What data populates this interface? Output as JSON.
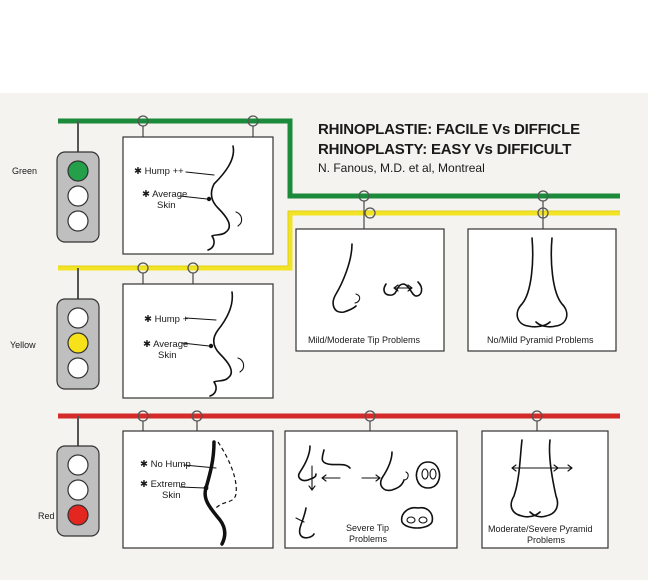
{
  "title_fr": "RHINOPLASTIE: FACILE Vs DIFFICLE",
  "title_en": "RHINOPLASTY: EASY Vs DIFFICULT",
  "author": "N. Fanous, M.D. et al,  Montreal",
  "colors": {
    "green": "#1b8a3a",
    "yellow": "#f2e424",
    "red": "#d42a2a",
    "light_green": "#24a04a",
    "light_yellow": "#f7e21a",
    "light_red": "#e3261f",
    "light_off": "#ffffff"
  },
  "rows": [
    {
      "light_label": "Green",
      "hump": "✱ Hump ++",
      "skin1": "✱ Average",
      "skin2": "Skin"
    },
    {
      "light_label": "Yellow",
      "hump": "✱ Hump +",
      "skin1": "✱ Average",
      "skin2": "Skin"
    },
    {
      "light_label": "Red",
      "hump": "✱ No Hump",
      "skin1": "✱ Extreme",
      "skin2": "Skin"
    }
  ],
  "captions": {
    "mild_tip": "Mild/Moderate Tip Problems",
    "no_pyramid": "No/Mild Pyramid Problems",
    "severe_tip_1": "Severe Tip",
    "severe_tip_2": "Problems",
    "severe_pyramid_1": "Moderate/Severe Pyramid",
    "severe_pyramid_2": "Problems"
  }
}
